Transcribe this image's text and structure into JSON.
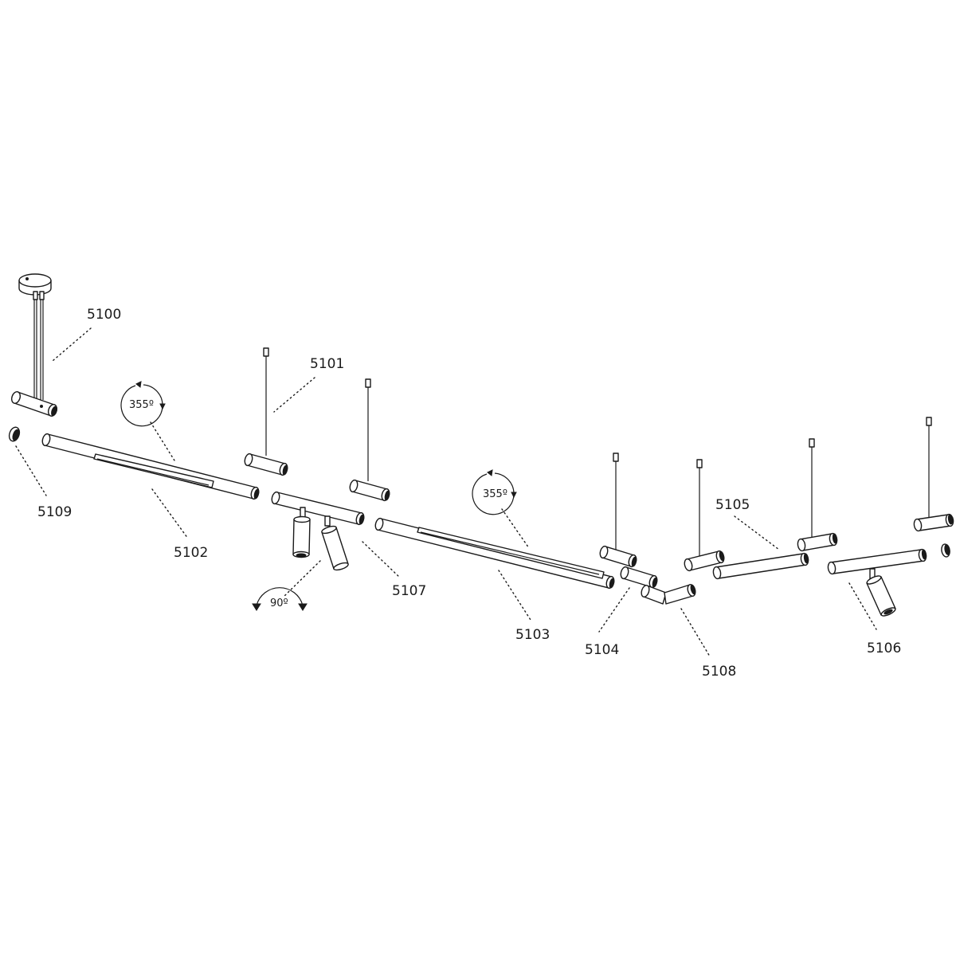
{
  "part_labels": {
    "p5100": "5100",
    "p5101": "5101",
    "p5102": "5102",
    "p5103": "5103",
    "p5104": "5104",
    "p5105": "5105",
    "p5106": "5106",
    "p5107": "5107",
    "p5108": "5108",
    "p5109": "5109"
  },
  "rotation_badges": {
    "rotate_a": "355º",
    "rotate_b": "355º",
    "tilt": "90º"
  },
  "colors": {
    "line": "#1a1a1a",
    "background": "#ffffff"
  }
}
